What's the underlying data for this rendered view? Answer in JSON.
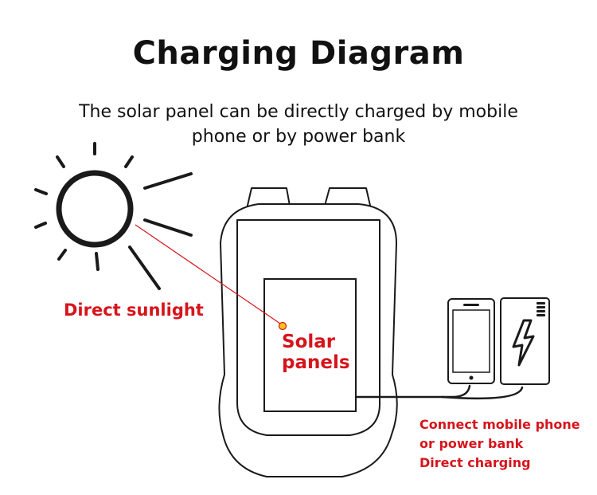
{
  "title": "Charging Diagram",
  "subtitle": {
    "line1": "The solar panel can be directly charged by mobile",
    "line2": "phone or by power bank"
  },
  "labels": {
    "sunlight": "Direct sunlight",
    "solar_line1": "Solar",
    "solar_line2": "panels",
    "connect_line1": "Connect mobile phone",
    "connect_line2": "or power bank",
    "connect_line3": "Direct charging"
  },
  "colors": {
    "accent": "#d6141b",
    "indicator": "#f5c518",
    "stroke": "#1a1a1a"
  },
  "icons": [
    "sun-icon",
    "backpack-icon",
    "solar-panel-icon",
    "mobile-phone-icon",
    "power-bank-icon",
    "lightning-bolt-icon",
    "battery-indicator-icon"
  ]
}
